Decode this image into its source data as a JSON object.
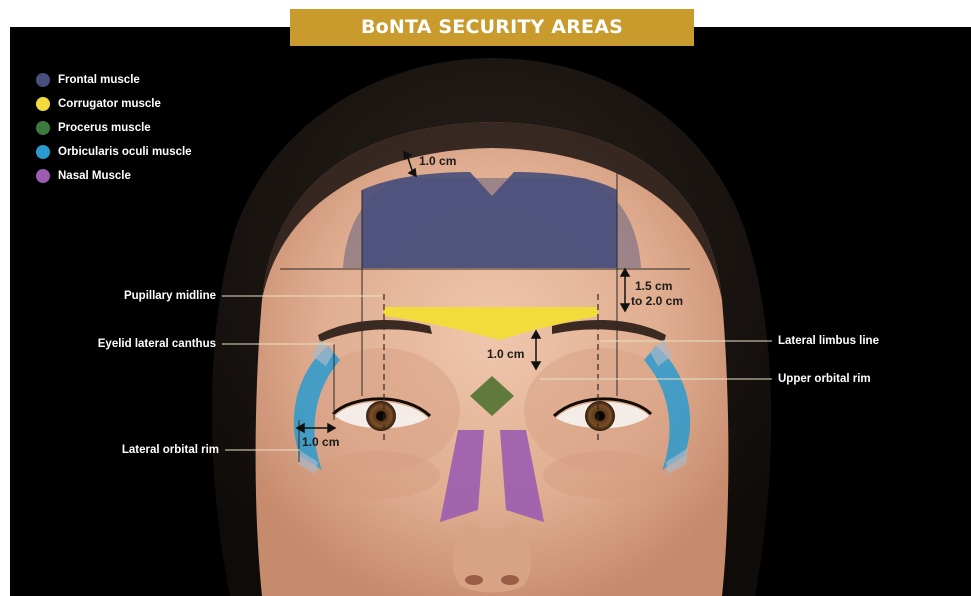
{
  "title": "BoNTA SECURITY AREAS",
  "colors": {
    "title_bar": "#c99a2c",
    "background": "#000000",
    "frontal": "#4a4f7c",
    "corrugator": "#f2dc3c",
    "procerus": "#3e7a3e",
    "orbicularis": "#2a9bcf",
    "nasal": "#9b5db0",
    "skin": "#e2b59a"
  },
  "legend": [
    {
      "label": "Frontal muscle",
      "color": "#4a4f7c"
    },
    {
      "label": "Corrugator muscle",
      "color": "#f2dc3c"
    },
    {
      "label": "Procerus muscle",
      "color": "#3e7a3e"
    },
    {
      "label": "Orbicularis oculi muscle",
      "color": "#2a9bcf"
    },
    {
      "label": "Nasal Muscle",
      "color": "#9b5db0"
    }
  ],
  "annotations": {
    "pupillary_midline": "Pupillary midline",
    "eyelid_lateral_canthus": "Eyelid lateral canthus",
    "lateral_orbital_rim": "Lateral orbital rim",
    "lateral_limbus_line": "Lateral limbus line",
    "upper_orbital_rim": "Upper orbital rim"
  },
  "measurements": {
    "frontal_top": "1.0 cm",
    "brow_distance_line1": "1.5 cm",
    "brow_distance_line2": "to 2.0 cm",
    "corrugator_to_rim": "1.0 cm",
    "lateral_rim": "1.0 cm"
  }
}
